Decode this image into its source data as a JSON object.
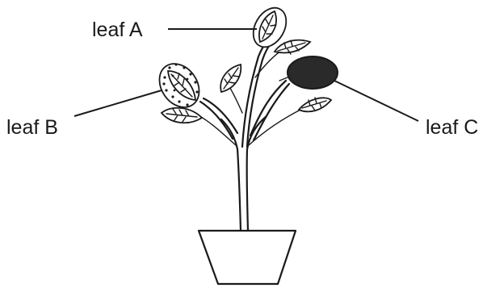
{
  "labels": {
    "leaf_a": "leaf A",
    "leaf_b": "leaf B",
    "leaf_c": "leaf C"
  },
  "colors": {
    "ink": "#1a1a1a",
    "covered_leaf": "#2a2a2a",
    "background": "#ffffff"
  }
}
